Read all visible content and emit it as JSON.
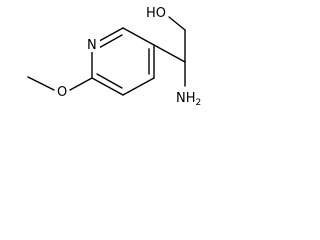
{
  "molecule": {
    "atoms": {
      "ring_nitrogen": "N",
      "hydroxyl": "HO",
      "amino": "NH",
      "amino_subscript": "2",
      "methoxy_oxygen": "O"
    }
  }
}
